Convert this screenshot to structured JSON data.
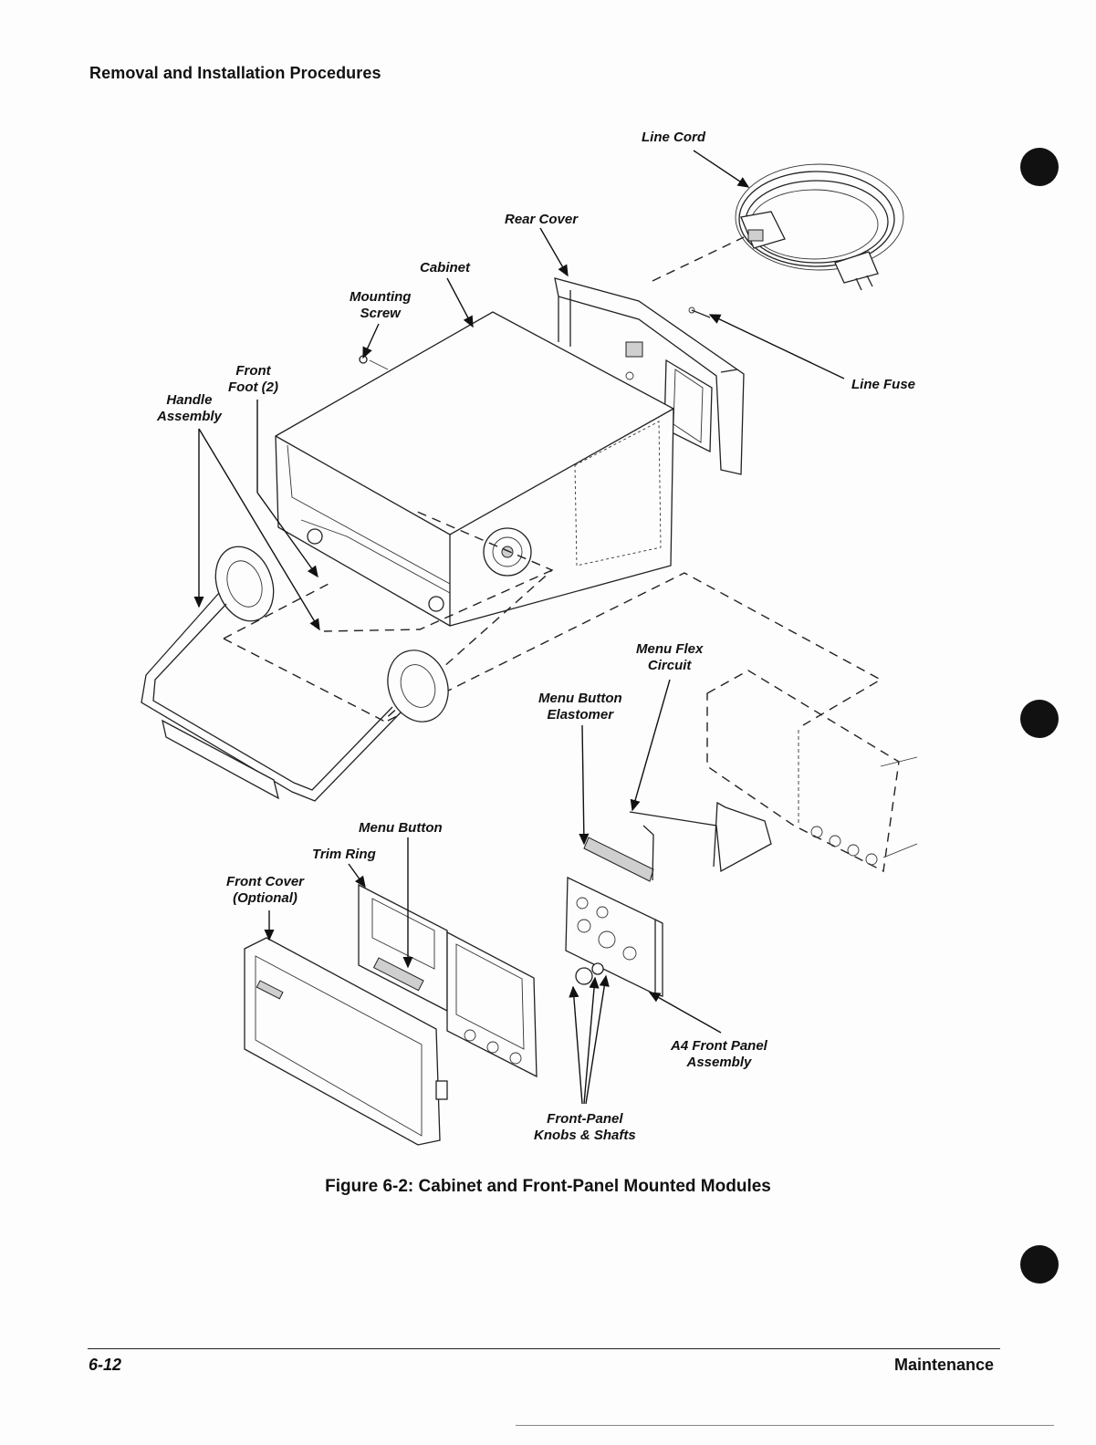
{
  "header": {
    "title": "Removal and Installation Procedures"
  },
  "figure": {
    "caption": "Figure 6-2:  Cabinet and Front-Panel Mounted Modules",
    "callouts": {
      "line_cord": "Line Cord",
      "rear_cover": "Rear Cover",
      "cabinet": "Cabinet",
      "mounting_screw": "Mounting\nScrew",
      "front_foot": "Front\nFoot (2)",
      "handle_assembly": "Handle\nAssembly",
      "line_fuse": "Line Fuse",
      "menu_flex_circuit": "Menu Flex\nCircuit",
      "menu_button_elastomer": "Menu Button\nElastomer",
      "menu_button": "Menu Button",
      "trim_ring": "Trim Ring",
      "front_cover": "Front Cover\n(Optional)",
      "a4_front_panel_assembly": "A4 Front Panel\nAssembly",
      "front_panel_knobs_shafts": "Front-Panel\nKnobs & Shafts"
    }
  },
  "footer": {
    "page_number": "6-12",
    "section": "Maintenance"
  }
}
